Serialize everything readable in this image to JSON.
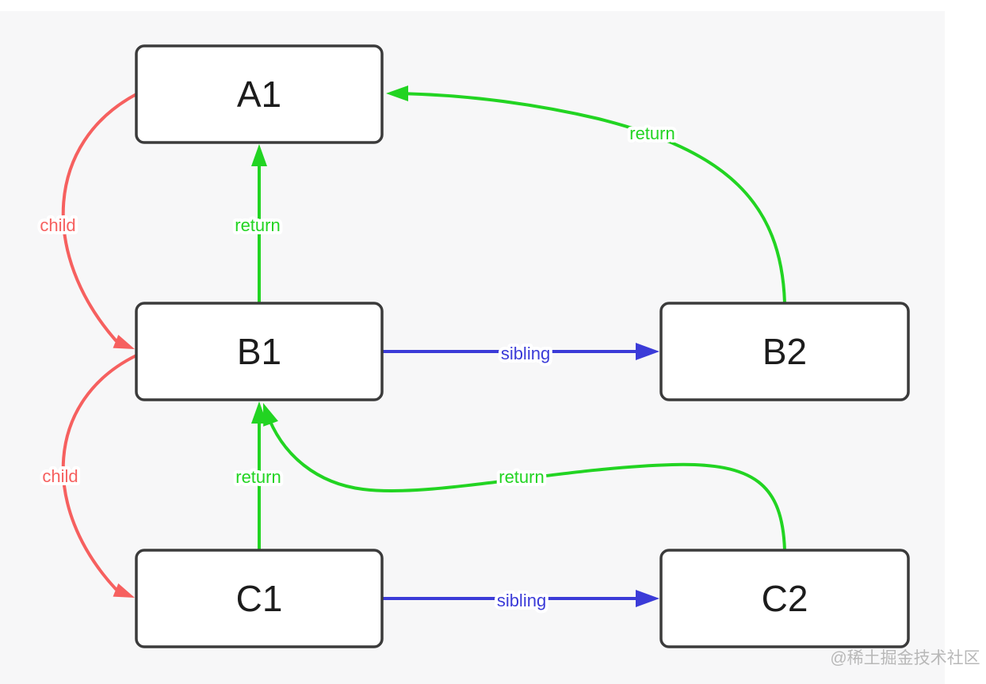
{
  "diagram": {
    "nodes": [
      {
        "id": "A1",
        "label": "A1"
      },
      {
        "id": "B1",
        "label": "B1"
      },
      {
        "id": "B2",
        "label": "B2"
      },
      {
        "id": "C1",
        "label": "C1"
      },
      {
        "id": "C2",
        "label": "C2"
      }
    ],
    "edges": [
      {
        "from": "A1",
        "to": "B1",
        "type": "child",
        "label": "child"
      },
      {
        "from": "B1",
        "to": "C1",
        "type": "child",
        "label": "child"
      },
      {
        "from": "B1",
        "to": "A1",
        "type": "return",
        "label": "return"
      },
      {
        "from": "B2",
        "to": "A1",
        "type": "return",
        "label": "return"
      },
      {
        "from": "C1",
        "to": "B1",
        "type": "return",
        "label": "return"
      },
      {
        "from": "C2",
        "to": "B1",
        "type": "return",
        "label": "return"
      },
      {
        "from": "B1",
        "to": "B2",
        "type": "sibling",
        "label": "sibling"
      },
      {
        "from": "C1",
        "to": "C2",
        "type": "sibling",
        "label": "sibling"
      }
    ]
  },
  "colors": {
    "child": "#f6605f",
    "return": "#22d422",
    "sibling": "#3b3bd8",
    "node_border": "#3b3b3b",
    "node_fill": "#ffffff",
    "node_text": "#1c1c1c",
    "canvas": "#f7f7f8",
    "watermark": "#b8b8b8"
  },
  "watermark": "@稀土掘金技术社区"
}
